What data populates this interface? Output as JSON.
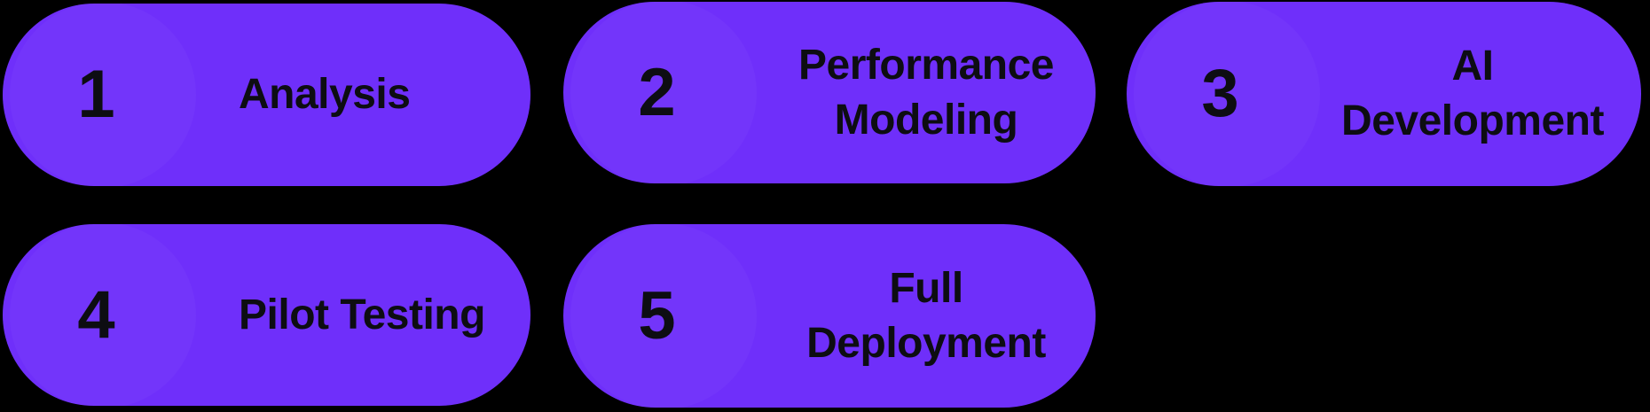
{
  "diagram": {
    "type": "numbered-step-sequence",
    "layout": "two-row-grid",
    "colors": {
      "background": "#000000",
      "pill_fill": "#6F2FFA",
      "text": "#0D0D12"
    },
    "steps": [
      {
        "number": "1",
        "label": "Analysis",
        "lines": 1
      },
      {
        "number": "2",
        "label": "Performance Modeling",
        "lines": 2
      },
      {
        "number": "3",
        "label": "AI Development",
        "lines": 2
      },
      {
        "number": "4",
        "label": "Pilot Testing",
        "lines": 1
      },
      {
        "number": "5",
        "label": "Full Deployment",
        "lines": 2
      }
    ]
  }
}
